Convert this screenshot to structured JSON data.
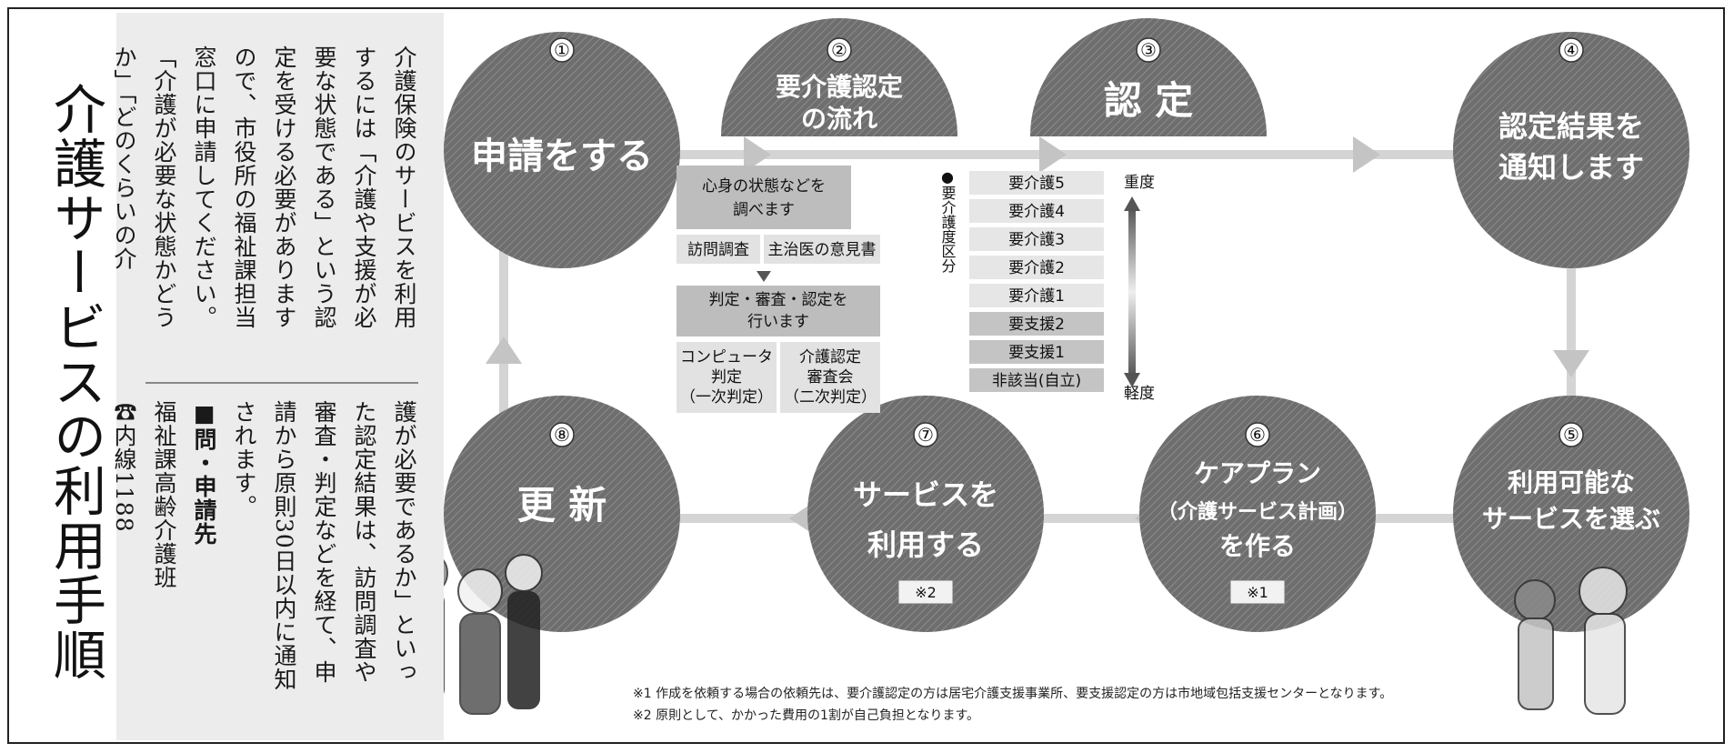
{
  "title": "介護サービスの利用手順",
  "intro_part1": "介護保険のサービスを利用するには「介護や支援が必要な状態である」という認定を受ける必要がありますので、市役所の福祉課担当窓口に申請してください。「介護が必要な状態かどうか」「どのくらいの介",
  "intro_part2": "護が必要であるか」といった認定結果は、訪問調査や審査・判定などを経て、申請から原則30日以内に通知されます。",
  "contact": {
    "heading": "■問・申請先",
    "dept": "福祉課高齢介護班",
    "tel": "☎内線1188"
  },
  "steps": [
    {
      "num": "①",
      "line1": "申請をする",
      "line2": ""
    },
    {
      "num": "②",
      "line1": "要介護認定",
      "line2": "の流れ"
    },
    {
      "num": "③",
      "line1": "認 定",
      "line2": ""
    },
    {
      "num": "④",
      "line1": "認定結果を",
      "line2": "通知します"
    },
    {
      "num": "⑤",
      "line1": "利用可能な",
      "line2": "サービスを選ぶ"
    },
    {
      "num": "⑥",
      "line1": "ケアプラン",
      "line2": "（介護サービス計画）",
      "line3": "を作る",
      "note": "※1"
    },
    {
      "num": "⑦",
      "line1": "サービスを",
      "line2": "利用する",
      "note": "※2"
    },
    {
      "num": "⑧",
      "line1": "更 新",
      "line2": ""
    }
  ],
  "flow": {
    "box1": [
      "心身の状態などを",
      "調べます"
    ],
    "sub1": [
      "訪問調査",
      "主治医の意見書"
    ],
    "box2": [
      "判定・審査・認定を",
      "行います"
    ],
    "sub2a": [
      "コンピュータ",
      "判定",
      "（一次判定）"
    ],
    "sub2b": [
      "介護認定",
      "審査会",
      "（二次判定）"
    ]
  },
  "levels": {
    "side_label": "●要介護度区分",
    "items": [
      "要介護5",
      "要介護4",
      "要介護3",
      "要介護2",
      "要介護1",
      "要支援2",
      "要支援1",
      "非該当(自立)"
    ],
    "top": "重度",
    "bottom": "軽度"
  },
  "footnotes": [
    "※1 作成を依頼する場合の依頼先は、要介護認定の方は居宅介護支援事業所、要支援認定の方は市地域包括支援センターとなります。",
    "※2 原則として、かかった費用の1割が自己負担となります。"
  ],
  "colors": {
    "circle_dark": "#6a6a6a",
    "circle_light": "#8a8a8a",
    "arrow": "#c4c4c4",
    "box": "#bdbdbd",
    "sub": "#e2e2e2"
  }
}
